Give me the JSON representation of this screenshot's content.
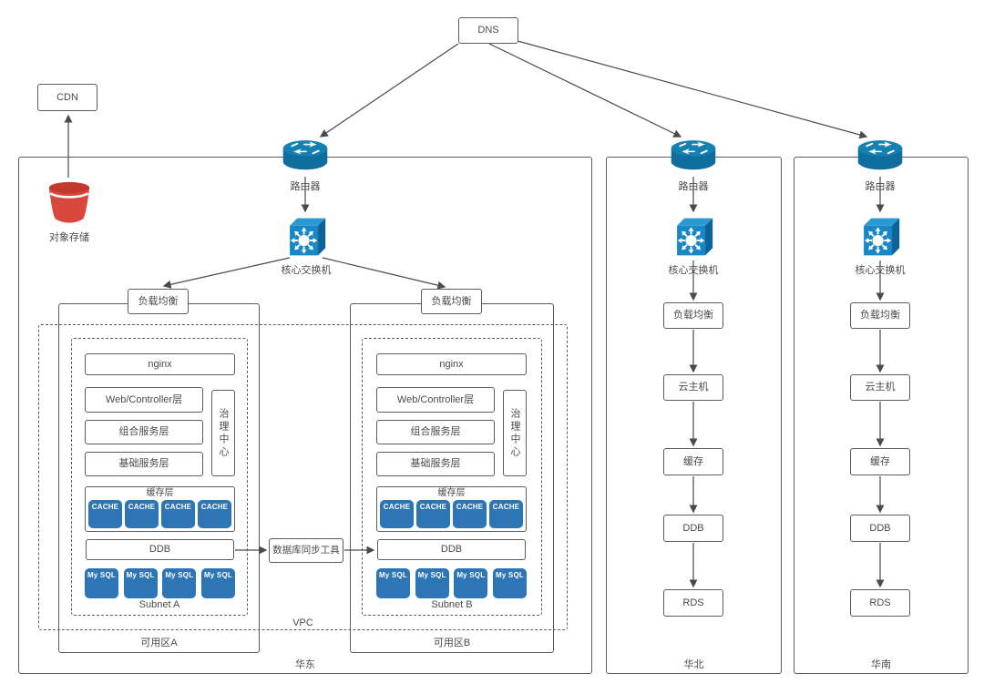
{
  "nodes": {
    "dns": "DNS",
    "cdn": "CDN",
    "object_storage": "对象存储",
    "router": "路由器",
    "core_switch": "核心交换机",
    "load_balancer": "负载均衡",
    "nginx": "nginx",
    "web_controller": "Web/Controller层",
    "compose_service": "组合服务层",
    "base_service": "基础服务层",
    "governance_center": "治理中心",
    "cache_layer": "缓存层",
    "cache_node": "CACHE",
    "ddb": "DDB",
    "mysql_node": "My SQL",
    "db_sync_tool": "数据库同步工具",
    "cloud_host": "云主机",
    "cache": "缓存",
    "rds": "RDS",
    "vpc": "VPC",
    "subnet_a": "Subnet A",
    "subnet_b": "Subnet B",
    "zone_a": "可用区A",
    "zone_b": "可用区B",
    "region_east": "华东",
    "region_north": "华北",
    "region_south": "华南"
  },
  "colors": {
    "node_blue": "#2e75b6",
    "router_body": "#0f6e9d",
    "router_top": "#1581b2",
    "switch_front": "#1787c6",
    "switch_top": "#2b99d3",
    "switch_side": "#0d6296",
    "bucket_red": "#d9483c",
    "bucket_rim": "#c23a2f",
    "line": "#4a4a4a",
    "border": "#5b5b5b",
    "text": "#4a4a4a"
  }
}
